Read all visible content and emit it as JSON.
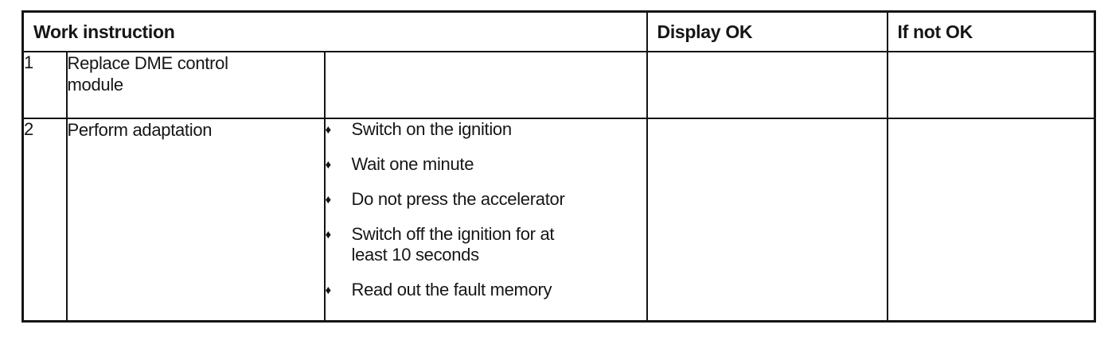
{
  "table": {
    "header": {
      "work_instruction": "Work instruction",
      "display_ok": "Display OK",
      "if_not_ok": "If not OK"
    },
    "rows": [
      {
        "num": "1",
        "task": "Replace DME control module",
        "steps": [],
        "display_ok": "",
        "if_not_ok": ""
      },
      {
        "num": "2",
        "task": "Perform adaptation",
        "steps": [
          "Switch on the ignition",
          "Wait one minute",
          "Do not press the accelerator",
          "Switch off the ignition for at least 10 seconds",
          "Read out the fault memory"
        ],
        "display_ok": "",
        "if_not_ok": ""
      }
    ],
    "bullet_glyph": "♦",
    "border_color": "#141414",
    "background_color": "#ffffff"
  }
}
